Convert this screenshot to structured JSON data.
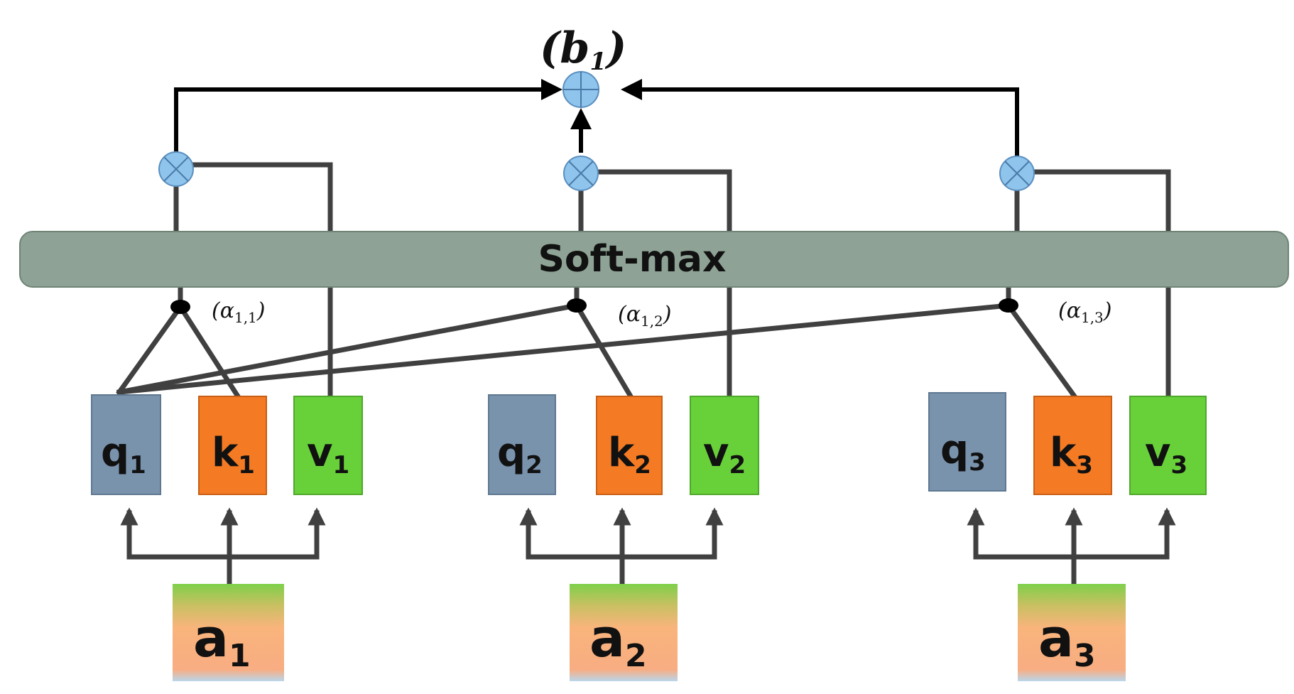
{
  "output_node": {
    "label": "(b",
    "sub": "1",
    "close": ")"
  },
  "softmax": {
    "label": "Soft-max"
  },
  "alphas": [
    {
      "prefix": "(α",
      "sub": "1,1",
      "suffix": ")"
    },
    {
      "prefix": "(α",
      "sub": "1,2",
      "suffix": ")"
    },
    {
      "prefix": "(α",
      "sub": "1,3",
      "suffix": ")"
    }
  ],
  "groups": [
    {
      "q": {
        "letter": "q",
        "sub": "1"
      },
      "k": {
        "letter": "k",
        "sub": "1"
      },
      "v": {
        "letter": "v",
        "sub": "1"
      },
      "a": {
        "letter": "a",
        "sub": "1"
      }
    },
    {
      "q": {
        "letter": "q",
        "sub": "2"
      },
      "k": {
        "letter": "k",
        "sub": "2"
      },
      "v": {
        "letter": "v",
        "sub": "2"
      },
      "a": {
        "letter": "a",
        "sub": "2"
      }
    },
    {
      "q": {
        "letter": "q",
        "sub": "3"
      },
      "k": {
        "letter": "k",
        "sub": "3"
      },
      "v": {
        "letter": "v",
        "sub": "3"
      },
      "a": {
        "letter": "a",
        "sub": "3"
      }
    }
  ],
  "colors": {
    "q_box": "#7a93ad",
    "k_box": "#f47a24",
    "v_box": "#68d13a",
    "softmax_bar": "#8ea395",
    "node_fill": "#8fc4ec",
    "a_top": "#7ed04a",
    "a_mid": "#f9b47c",
    "a_bottom": "#b9d7ec"
  },
  "icons": {
    "multiply": "circle-times-icon",
    "add": "circle-plus-icon"
  }
}
